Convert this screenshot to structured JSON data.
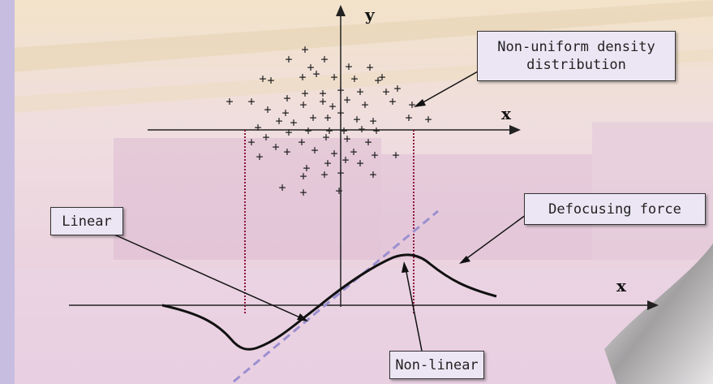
{
  "axes": {
    "y_label": "y",
    "x_label_top": "x",
    "x_label_bottom": "x"
  },
  "annotations": {
    "density_line1": "Non-uniform density",
    "density_line2": "distribution",
    "defocusing": "Defocusing force",
    "linear": "Linear",
    "nonlinear": "Non-linear"
  },
  "particle_marker": "+",
  "colors": {
    "background_tint": "#e9cfe3",
    "left_bar": "#c7bde0",
    "curve": "#111111",
    "linear_dash": "#9b8fd0",
    "projection_dots": "#8a1538"
  }
}
